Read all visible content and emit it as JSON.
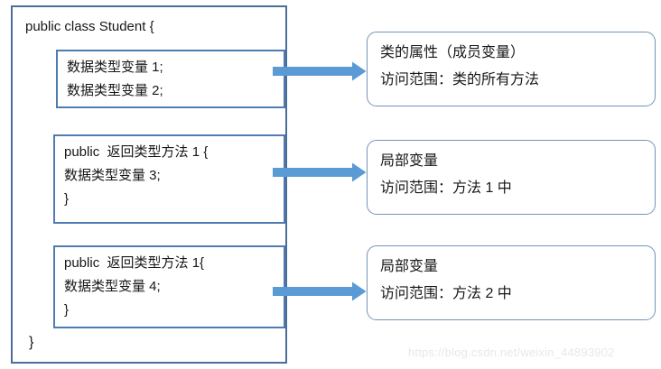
{
  "diagram": {
    "title": "Java class variable scope diagram",
    "background_color": "#ffffff",
    "accent_color": "#5B9BD5",
    "outer_border_color": "#4A6D9B",
    "inner_border_color": "#4F7CB0",
    "callout_border_color": "#7394B8"
  },
  "class_box": {
    "header": "public class Student {",
    "footer": "}",
    "member_box": {
      "lines": [
        "数据类型变量 1;",
        "数据类型变量 2;"
      ]
    },
    "method1_box": {
      "lines": [
        "public  返回类型方法 1 {",
        "数据类型变量 3;",
        "}"
      ]
    },
    "method2_box": {
      "lines": [
        "public  返回类型方法 1{",
        "数据类型变量 4;",
        "}"
      ]
    }
  },
  "callouts": [
    {
      "id": "members",
      "lines": [
        "类的属性（成员变量）",
        "访问范围：类的所有方法"
      ]
    },
    {
      "id": "local-method-1",
      "lines": [
        "局部变量",
        "访问范围：方法 1 中"
      ]
    },
    {
      "id": "local-method-2",
      "lines": [
        "局部变量",
        "访问范围：方法 2 中"
      ]
    }
  ],
  "arrows": [
    {
      "id": "arrow-members",
      "from": "member-box",
      "to": "callout-members"
    },
    {
      "id": "arrow-local-method-1",
      "from": "method1-box",
      "to": "callout-local-method-1"
    },
    {
      "id": "arrow-local-method-2",
      "from": "method2-box",
      "to": "callout-local-method-2"
    }
  ],
  "watermark": {
    "text": "https://blog.csdn.net/weixin_44893902"
  }
}
